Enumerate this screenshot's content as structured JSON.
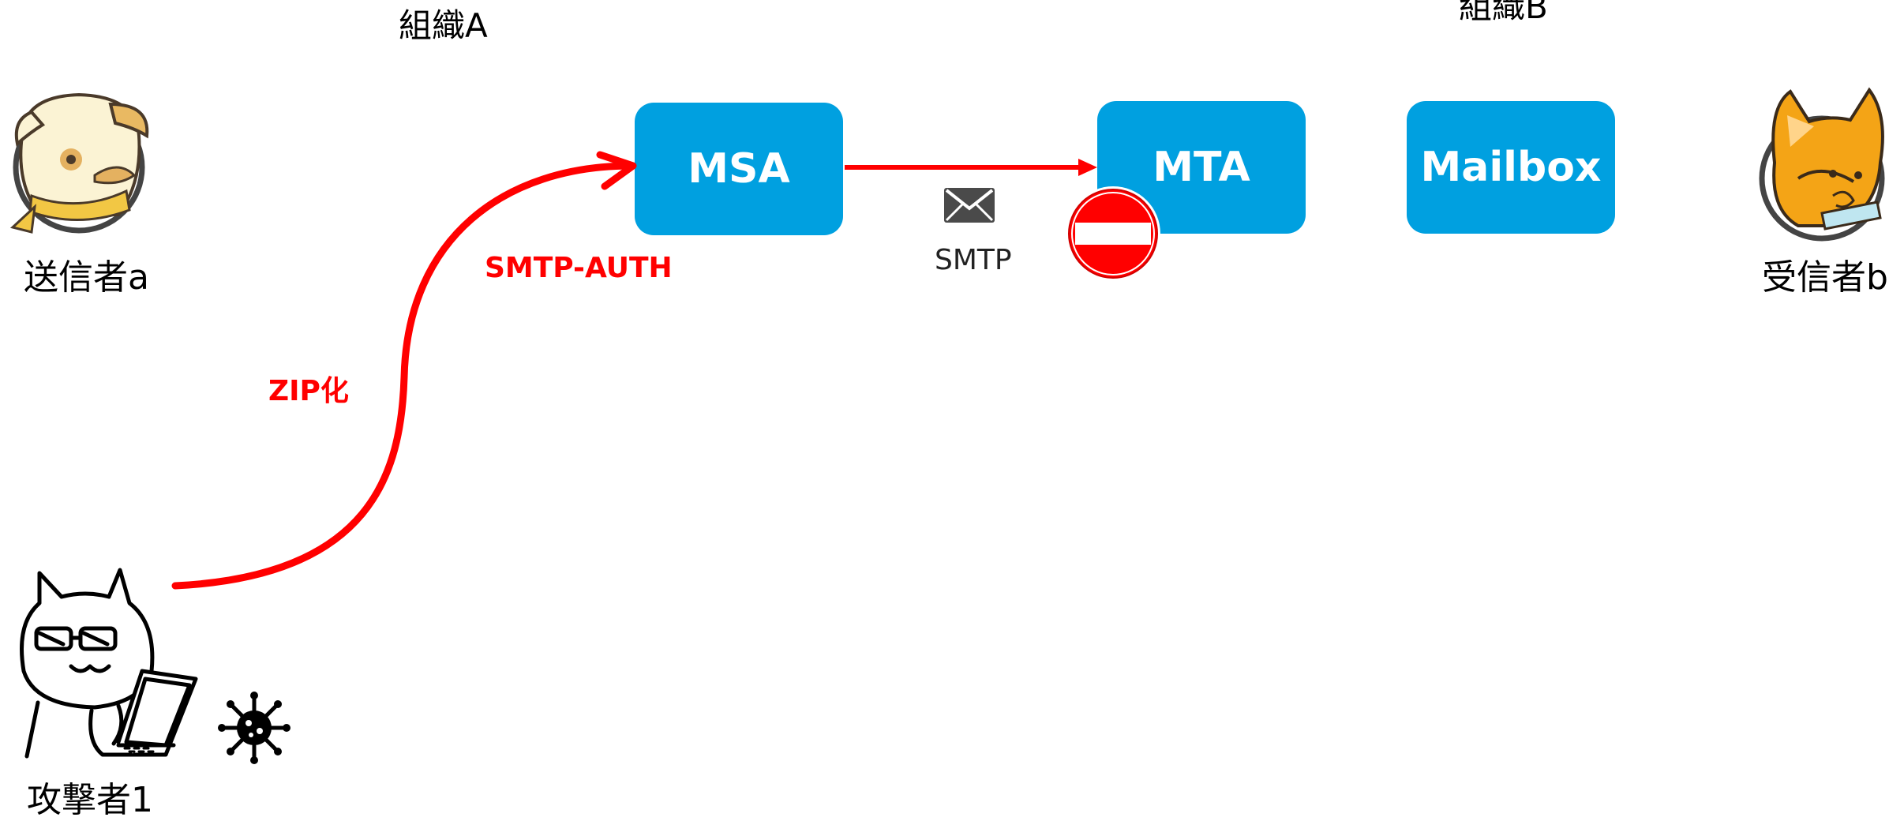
{
  "organizations": {
    "a_label": "組織A",
    "b_label": "組織B"
  },
  "people": {
    "sender_label": "送信者a",
    "receiver_label": "受信者b",
    "attacker_label": "攻撃者1"
  },
  "servers": {
    "msa_label": "MSA",
    "mta_label": "MTA",
    "mailbox_label": "Mailbox"
  },
  "connections": {
    "smtp_auth_label": "SMTP-AUTH",
    "zip_label": "ZIP化",
    "smtp_label": "SMTP"
  },
  "icons": {
    "blocked": "no-entry-icon",
    "mail": "envelope-icon",
    "malware": "virus-icon"
  },
  "colors": {
    "server_box": "#00a0e0",
    "attack_path": "#ff0000",
    "no_entry": "#ff0000"
  }
}
